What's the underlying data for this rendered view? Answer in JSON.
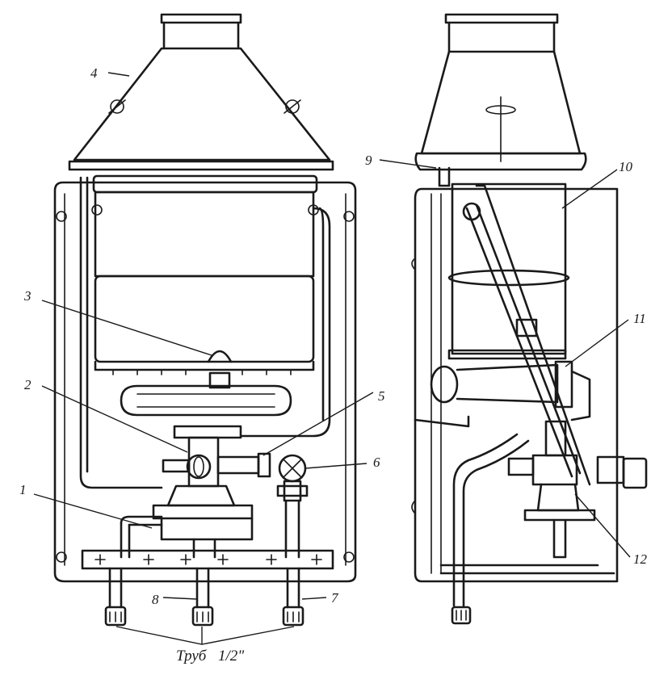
{
  "labels": {
    "l1": "1",
    "l2": "2",
    "l3": "3",
    "l4": "4",
    "l5": "5",
    "l6": "6",
    "l7": "7",
    "l8": "8",
    "l9": "9",
    "l10": "10",
    "l11": "11",
    "l12": "12"
  },
  "caption": {
    "main": "Труб",
    "frac": "1/2\""
  }
}
